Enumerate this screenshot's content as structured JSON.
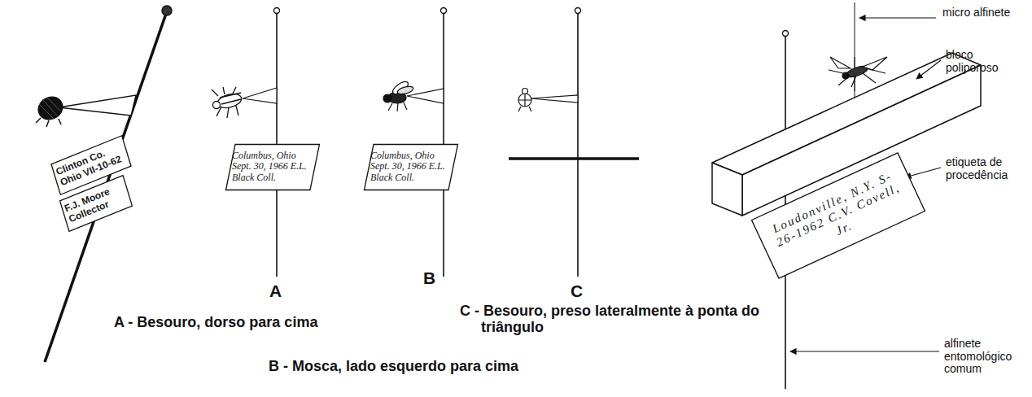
{
  "diagram": {
    "nodes": [
      {
        "text": [
          "Clinton Co. Ohio VII-10-62"
        ]
      },
      {
        "text": [
          "F.J. Moore Collector"
        ]
      },
      {
        "text": [
          "Columbus, Ohio Sept. 30, 1966 E.L. Black Coll."
        ]
      },
      {
        "text": [
          "Columbus, Ohio Sept. 30, 1966 E.L. Black Coll."
        ]
      },
      {
        "text": [
          "Loudonville, N.Y. S-26-1962 C.V. Covell, Jr."
        ]
      }
    ],
    "labels": [
      "A",
      "B",
      "C",
      "A - Besouro, dorso para cima",
      "C - Besouro, preso lateralmente à ponta do triângulo",
      "B - Mosca, lado esquerdo para cima",
      "micro alfinete",
      "bloco poliporoso",
      "etiqueta de procedência",
      "alfinete entomológico comum"
    ]
  }
}
